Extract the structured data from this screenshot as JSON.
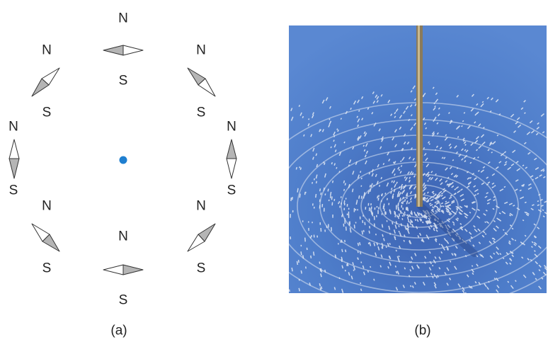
{
  "panel_a": {
    "caption": "(a)",
    "north_label": "N",
    "south_label": "S",
    "dot_color": "#1f7fd0",
    "needle_fill_color": "#b5b5b5",
    "needle_outline_color": "#333333",
    "compasses": [
      {
        "id": "top",
        "north_label": "N",
        "south_label": "S"
      },
      {
        "id": "top-left",
        "north_label": "N",
        "south_label": "S"
      },
      {
        "id": "top-right",
        "north_label": "N",
        "south_label": "S"
      },
      {
        "id": "left",
        "north_label": "N",
        "south_label": "S"
      },
      {
        "id": "right",
        "north_label": "N",
        "south_label": "S"
      },
      {
        "id": "bottom-left",
        "north_label": "N",
        "south_label": "S"
      },
      {
        "id": "bottom-right",
        "north_label": "N",
        "south_label": "S"
      },
      {
        "id": "bottom",
        "north_label": "N",
        "south_label": "S"
      }
    ]
  },
  "panel_b": {
    "caption": "(b)",
    "background_color": "#4a78c8"
  }
}
